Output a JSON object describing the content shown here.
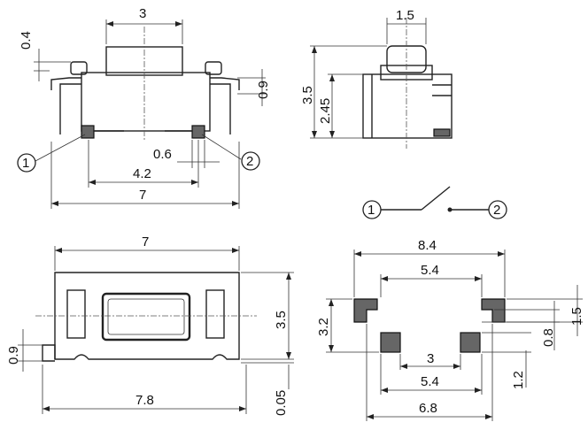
{
  "side_view": {
    "dim_top_width": "3",
    "dim_height_top": "0.4",
    "dim_right": "0.9",
    "dim_pad": "0.6",
    "dim_inner": "4.2",
    "dim_overall": "7",
    "pin1": "1",
    "pin2": "2"
  },
  "end_view": {
    "dim_top_width": "1.5",
    "dim_height": "3.5",
    "dim_height_inner": "2.45"
  },
  "schematic": {
    "pin1": "1",
    "pin2": "2"
  },
  "top_view": {
    "dim_width": "7",
    "dim_base": "7.8",
    "dim_height": "3.5",
    "dim_left": "0.9",
    "dim_bottom": "0.05"
  },
  "footprint": {
    "dim_overall": "8.4",
    "dim_inner_top": "5.4",
    "dim_left": "3.2",
    "dim_right": "1.5",
    "dim_right_small": "0.8",
    "dim_center": "3",
    "dim_inner_bottom": "5.4",
    "dim_bottom_overall": "6.8",
    "dim_pad_height": "1.2"
  }
}
